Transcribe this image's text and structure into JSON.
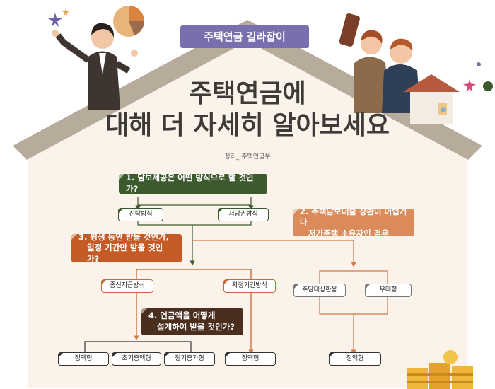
{
  "banner": "주택연금 길라잡이",
  "title": {
    "line1": "주택연금에",
    "line2": "대해 더 자세히 알아보세요"
  },
  "credit": "정리_ 주택연금부",
  "questions": {
    "q1": "1. 담보제공은 어떤 방식으로 할 것인가?",
    "q2_line1": "2. 주택담보대출 상환이 어렵거나",
    "q2_line2": "저가주택 소유자인 경우",
    "q3_line1": "3. 평생 동안 받을 것인가,",
    "q3_line2": "일정 기간만 받을 것인가?",
    "q4_line1": "4. 연금액을 어떻게",
    "q4_line2": "설계하여 받을 것인가?"
  },
  "boxes": {
    "trust": "신탁방식",
    "mortgage": "저당권방식",
    "lifetime": "종신지급방식",
    "fixed_term": "확정기간방식",
    "mortgage_repay": "주담대상환용",
    "preferential": "우대형",
    "flat1": "정액형",
    "early_increase": "초기증액형",
    "periodic_increase": "정기증가형",
    "flat2": "정액형",
    "flat3": "정액형"
  },
  "colors": {
    "q1": "#3d5a2e",
    "q2": "#db8a5a",
    "q3": "#c45a26",
    "q4": "#4a2e1e",
    "roof": "#b7ab9c",
    "house_fill": "#fbf3ea",
    "banner": "#7a6fae"
  }
}
